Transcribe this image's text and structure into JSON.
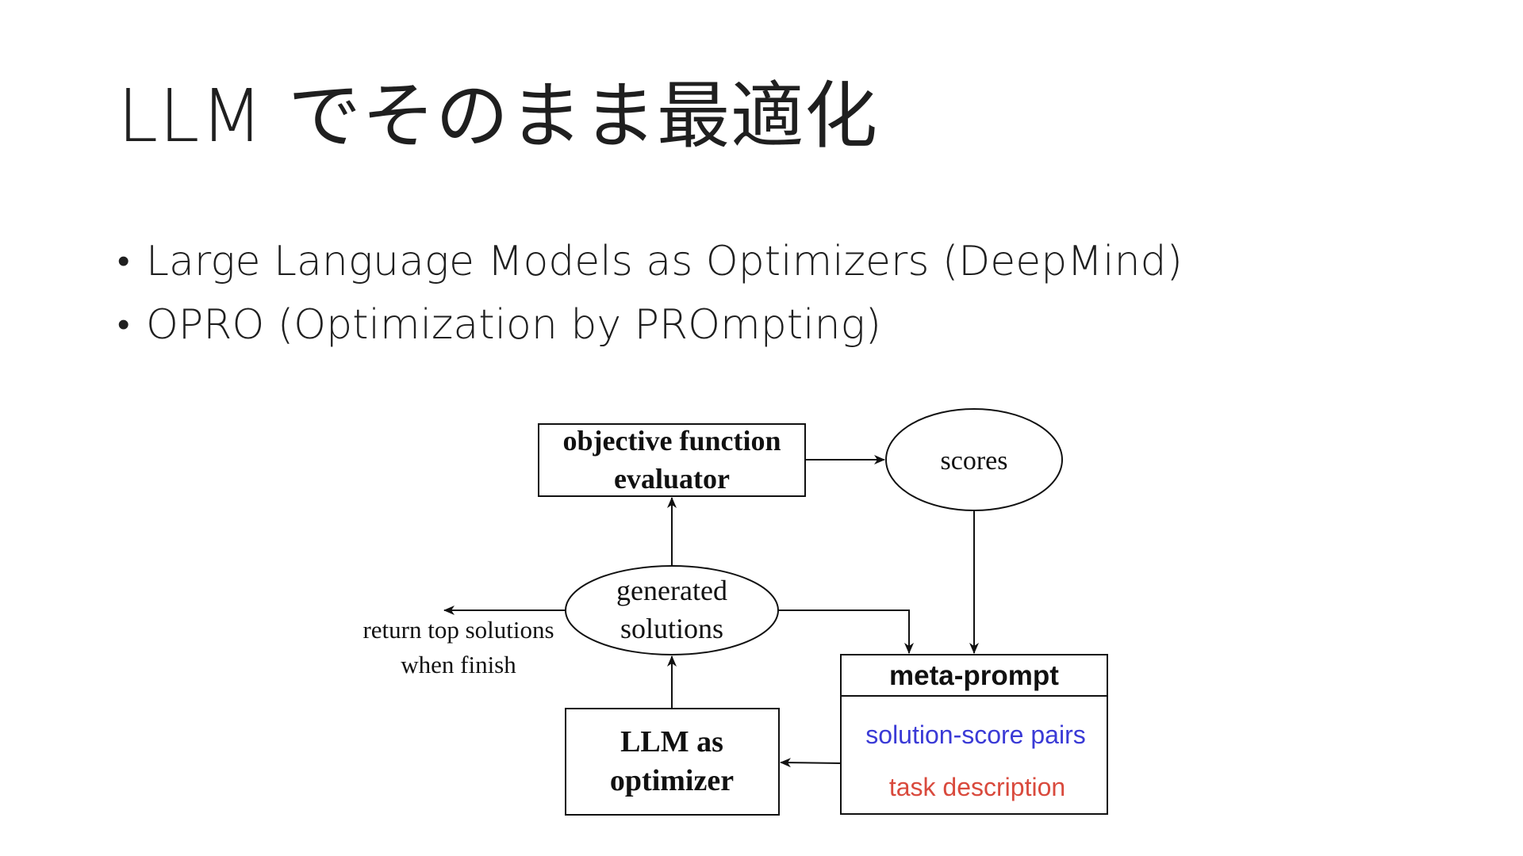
{
  "slide": {
    "title": "LLM でそのまま最適化",
    "bullets": [
      "Large Language Models as Optimizers (DeepMind)",
      "OPRO (Optimization by PROmpting)"
    ]
  },
  "diagram": {
    "evaluator": {
      "line1": "objective function",
      "line2": "evaluator"
    },
    "scores": "scores",
    "generated": {
      "line1": "generated",
      "line2": "solutions"
    },
    "return_note": {
      "line1": "return top solutions",
      "line2": "when finish"
    },
    "meta_prompt": {
      "title": "meta-prompt",
      "pairs": "solution-score pairs",
      "task": "task description"
    },
    "optimizer": {
      "line1": "LLM as",
      "line2": "optimizer"
    },
    "colors": {
      "pairs": "#3a3ad6",
      "task": "#d94a3d",
      "stroke": "#111111"
    }
  }
}
